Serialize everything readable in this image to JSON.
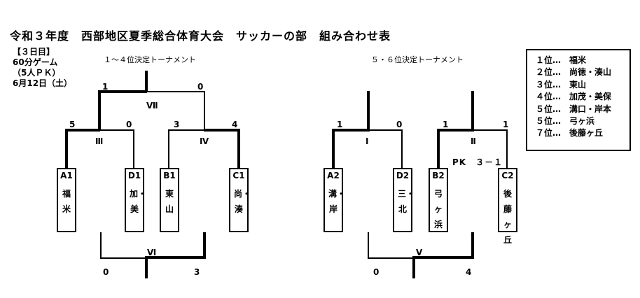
{
  "title": "令和３年度　西部地区夏季総合体育大会　サッカーの部　組み合わせ表",
  "info": {
    "day": "【３日目】",
    "format": "60分ゲーム",
    "pk": "（5人ＰＫ）",
    "date": "6月12日（土）"
  },
  "left_bracket": {
    "title": "１～４位決定トーナメント",
    "teams": [
      {
        "code": "A1",
        "name": "福米"
      },
      {
        "code": "D1",
        "name": "加・美"
      },
      {
        "code": "B1",
        "name": "東山"
      },
      {
        "code": "C1",
        "name": "尚・湊"
      }
    ],
    "matches": {
      "III": {
        "label": "Ⅲ",
        "left_score": "5",
        "right_score": "0"
      },
      "IV": {
        "label": "Ⅳ",
        "left_score": "3",
        "right_score": "4"
      },
      "VII": {
        "label": "Ⅶ",
        "left_score": "1",
        "right_score": "0"
      },
      "VI": {
        "label": "Ⅵ",
        "left_score": "0",
        "right_score": "3"
      }
    }
  },
  "right_bracket": {
    "title": "５・６位決定トーナメント",
    "teams": [
      {
        "code": "A2",
        "name": "溝・岸"
      },
      {
        "code": "D2",
        "name": "三・北"
      },
      {
        "code": "B2",
        "name": "弓ヶ浜"
      },
      {
        "code": "C2",
        "name": "後藤ヶ丘"
      }
    ],
    "matches": {
      "I": {
        "label": "Ⅰ",
        "left_score": "1",
        "right_score": "0"
      },
      "II": {
        "label": "Ⅱ",
        "left_score": "1",
        "right_score": "1",
        "pk_note": "PK　３－１"
      },
      "V": {
        "label": "Ⅴ",
        "left_score": "0",
        "right_score": "4"
      }
    }
  },
  "results": [
    "１位…　福米",
    "２位…　尚徳・湊山",
    "３位…　東山",
    "４位…　加茂・美保",
    "５位…　溝口・岸本",
    "５位…　弓ヶ浜",
    "７位…　後藤ヶ丘"
  ]
}
